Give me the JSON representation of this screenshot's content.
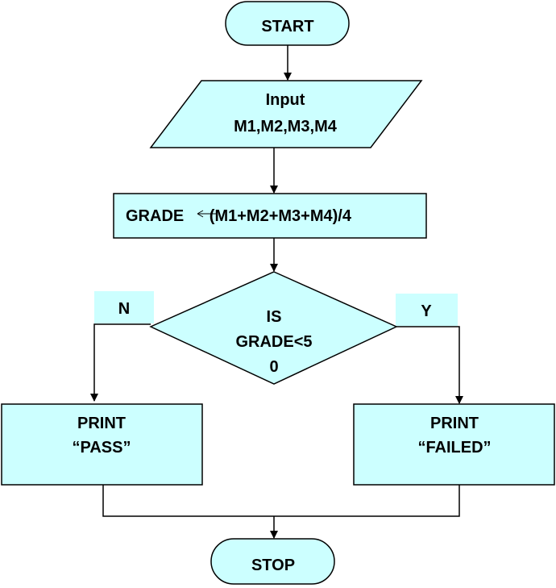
{
  "colors": {
    "shape_fill": "#ccffff",
    "outline": "#000000",
    "text": "#000000"
  },
  "nodes": {
    "start": {
      "shape": "terminator",
      "text": "START"
    },
    "input": {
      "shape": "parallelogram",
      "line1": "Input",
      "line2": "M1,M2,M3,M4"
    },
    "process": {
      "shape": "rectangle",
      "part1": "GRADE",
      "part2": "(M1+M2+M3+M4)/4"
    },
    "decision": {
      "shape": "diamond",
      "line1": "IS",
      "line2": "GRADE<5",
      "line3": "0"
    },
    "print_pass": {
      "shape": "rectangle",
      "line1": "PRINT",
      "line2": "“PASS”"
    },
    "print_failed": {
      "shape": "rectangle",
      "line1": "PRINT",
      "line2": "“FAILED”"
    },
    "stop": {
      "shape": "terminator",
      "text": "STOP"
    }
  },
  "branches": {
    "no": "N",
    "yes": "Y"
  },
  "edges": [
    {
      "from": "start",
      "to": "input"
    },
    {
      "from": "input",
      "to": "process"
    },
    {
      "from": "process",
      "to": "decision"
    },
    {
      "from": "decision",
      "to": "print_pass",
      "branch": "no"
    },
    {
      "from": "decision",
      "to": "print_failed",
      "branch": "yes"
    },
    {
      "from": "print_pass",
      "to": "stop"
    },
    {
      "from": "print_failed",
      "to": "stop"
    }
  ]
}
